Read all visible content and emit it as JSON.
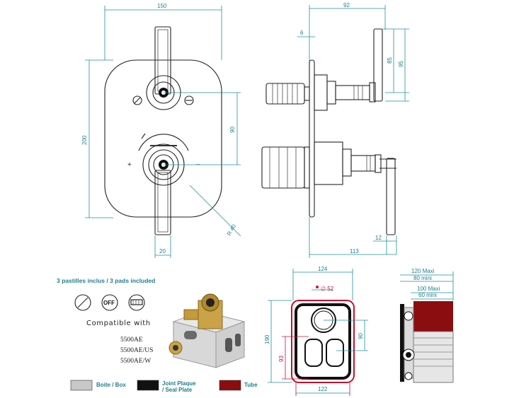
{
  "dimensions": {
    "front_width": "150",
    "front_height": "200",
    "front_spacing": "90",
    "front_radius": "R 40",
    "front_lever_width": "20",
    "side_depth": "92",
    "side_plate_offset": "6",
    "side_h85": "85",
    "side_h95": "95",
    "side_depth_bottom": "113",
    "side_offset_12": "12",
    "box_width": "124",
    "box_hole": "∅ 52",
    "box_height": "190",
    "box_h93": "93",
    "box_h90": "90",
    "box_bottom": "122",
    "profile_max": "120 Maxi",
    "profile_min": "80 mini",
    "profile_max2": "100 Maxi",
    "profile_min2": "60 mini"
  },
  "pads": {
    "title": "3 pastilles inclus / 3 pads included",
    "icons": [
      "hand-shower-icon",
      "off-icon",
      "overhead-shower-icon"
    ],
    "off_label": "OFF"
  },
  "compatibility": {
    "label": "Compatible with",
    "models": [
      "5500AE",
      "5500AE/US",
      "5500AE/W"
    ]
  },
  "legend": [
    {
      "label_line1": "Boite / Box",
      "label_line2": "",
      "color": "#c8c8c8"
    },
    {
      "label_line1": "Joint Plaque",
      "label_line2": "/ Seal Plate",
      "color": "#111111"
    },
    {
      "label_line1": "Tube",
      "label_line2": "",
      "color": "#8b0d10"
    }
  ],
  "colors": {
    "dimension": "#1f8fa0",
    "box_red": "#c8102e"
  }
}
